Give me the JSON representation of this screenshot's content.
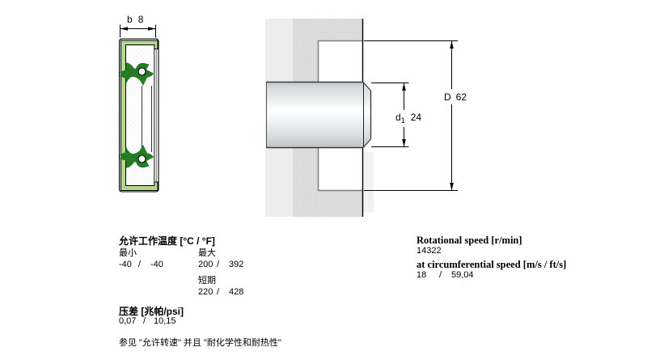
{
  "seal_view": {
    "width_label": "b",
    "width_value": "8"
  },
  "mount_view": {
    "outer_dim_label": "D",
    "outer_dim_value": "62",
    "shaft_dim_label": "d",
    "shaft_dim_sub": "1",
    "shaft_dim_value": "24"
  },
  "specs_left": {
    "temp_title": "允许工作温度 [°C / °F]",
    "min_label": "最小",
    "max_label": "最大",
    "min_c": "-40",
    "min_sep": "/",
    "min_f": "-40",
    "max_c": "200",
    "max_sep": "/",
    "max_f": "392",
    "short_term_label": "短期",
    "short_c": "220",
    "short_sep": "/",
    "short_f": "428",
    "pressure_title": "压差 [兆帕/psi]",
    "pressure_mpa": "0,07",
    "pressure_sep": "/",
    "pressure_psi": "10,15",
    "note": "参见 \"允许转速\" 并且 \"耐化学性和耐热性\""
  },
  "specs_right": {
    "rotational_title": "Rotational speed [r/min]",
    "rotational_value": "14322",
    "circumferential_title": "at circumferential speed [m/s / ft/s]",
    "circ_ms": "18",
    "circ_sep": "/",
    "circ_fts": "59,04"
  },
  "colors": {
    "seal_case_green": "#b3d88c",
    "seal_lip_green": "#267c26",
    "housing_gray": "#dbdbdb",
    "housing_light_gray": "#ededed",
    "notch_edge_gray": "#7d7d7d"
  }
}
